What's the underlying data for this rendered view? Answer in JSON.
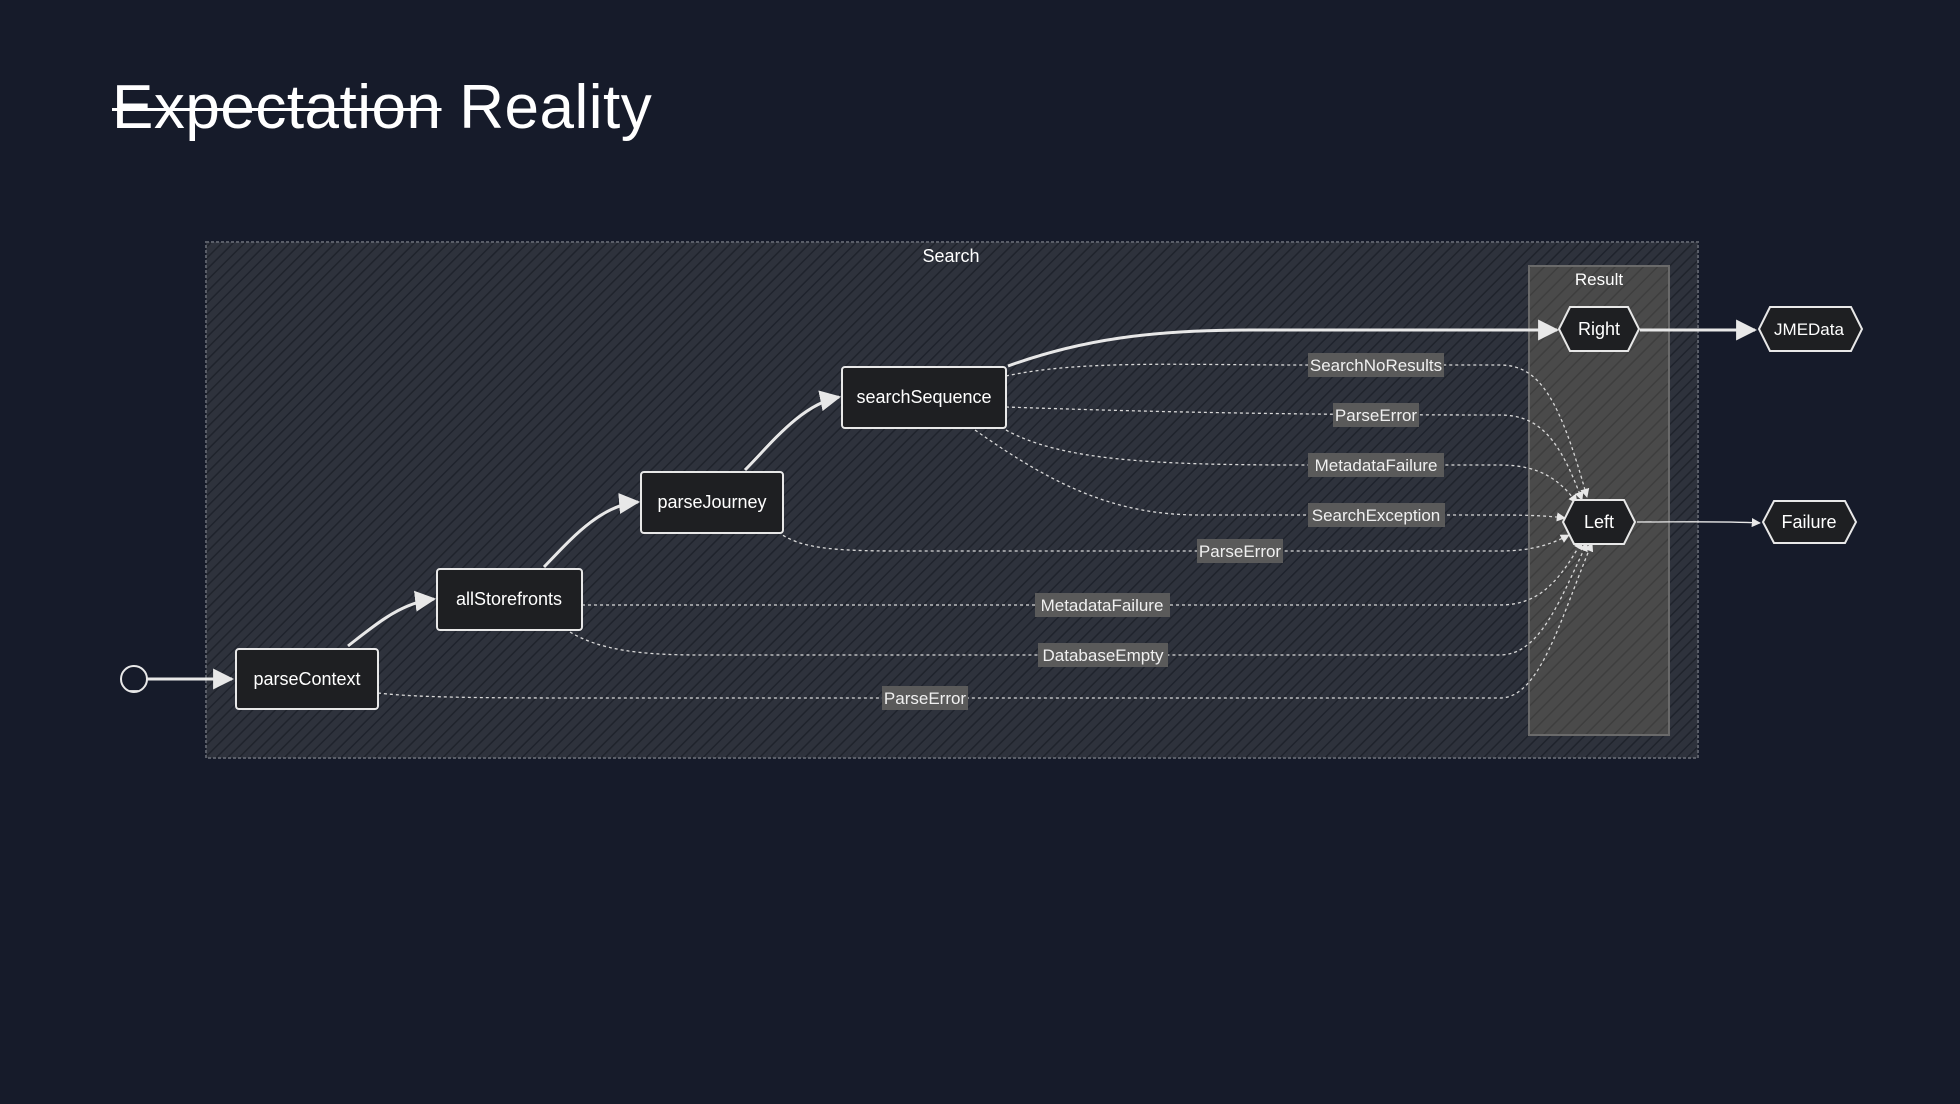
{
  "slide": {
    "title_struck": "Expectation",
    "title_rest": "Reality"
  },
  "diagram": {
    "outer_group_label": "Search",
    "inner_group_label": "Result",
    "start_marker_label": "_",
    "states": {
      "parseContext": "parseContext",
      "allStorefronts": "allStorefronts",
      "parseJourney": "parseJourney",
      "searchSequence": "searchSequence"
    },
    "results": {
      "right": "Right",
      "left": "Left"
    },
    "outputs": {
      "jmedata": "JMEData",
      "failure": "Failure"
    },
    "edge_labels": {
      "seq_search_no_results": "SearchNoResults",
      "seq_parse_error": "ParseError",
      "seq_metadata_failure": "MetadataFailure",
      "seq_search_exception": "SearchException",
      "journey_parse_error": "ParseError",
      "storefronts_metadata_failure": "MetadataFailure",
      "storefronts_database_empty": "DatabaseEmpty",
      "context_parse_error": "ParseError"
    }
  },
  "colors": {
    "background": "#161b2a",
    "group_fill": "#2e323c",
    "result_fill": "#4a4a4a",
    "node_fill": "#1e1f22",
    "stroke": "#e8e8e8",
    "label_bg": "#5a5a5a"
  }
}
